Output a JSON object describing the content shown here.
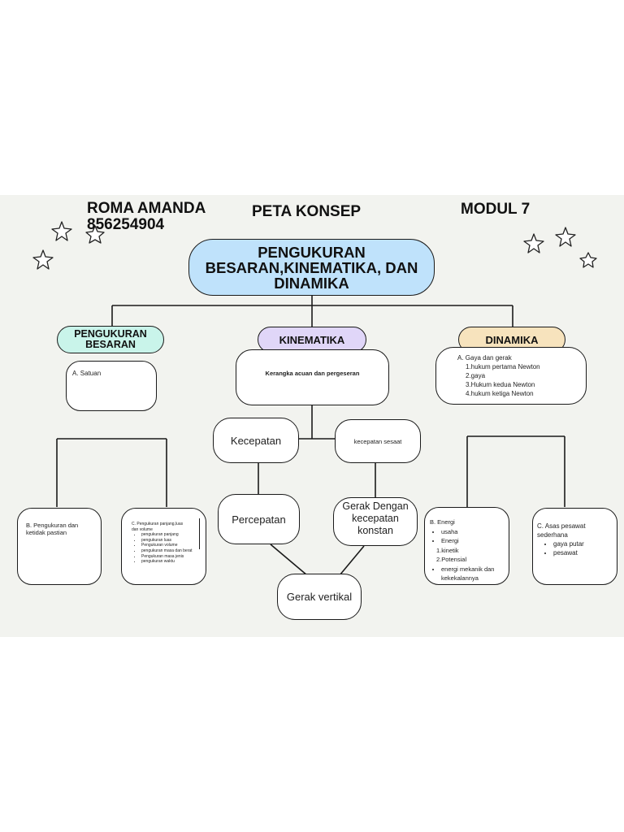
{
  "header": {
    "author_name": "ROMA AMANDA",
    "author_id": "856254904",
    "title": "PETA KONSEP",
    "module": "MODUL 7"
  },
  "main_topic": {
    "line1": "PENGUKURAN",
    "line2": "BESARAN,KINEMATIKA, DAN",
    "line3": "DINAMIKA",
    "color": "#bfe2fb"
  },
  "categories": {
    "pengukuran": {
      "line1": "PENGUKURAN",
      "line2": "BESARAN",
      "color": "#c9f4ea"
    },
    "kinematika": {
      "label": "KINEMATIKA",
      "color": "#e0d6f8"
    },
    "dinamika": {
      "label": "DINAMIKA",
      "color": "#f7e3bd"
    }
  },
  "pengukuran": {
    "satuan": "A. Satuan",
    "ketidakpastian_line1": "B. Pengukuran dan",
    "ketidakpastian_line2": "ketidak pastian",
    "c_title_line1": "C. Pengukuran panjang,luas",
    "c_title_line2": "dan volume",
    "c_items": [
      "pengukuran panjang",
      "pengukuran luas",
      "Pengukuran volume",
      "pengukuran masa dan berat",
      "Pengukuran masa jenis",
      "pengukuran waktu"
    ]
  },
  "kinematika": {
    "kerangka": "Kerangka acuan dan pergeseran",
    "kecepatan": "Kecepatan",
    "kecepatan_sesaat": "kecepatan sesaat",
    "percepatan": "Percepatan",
    "gerak_konstan_line1": "Gerak Dengan",
    "gerak_konstan_line2": "kecepatan",
    "gerak_konstan_line3": "konstan",
    "gerak_vertikal": "Gerak vertikal"
  },
  "dinamika": {
    "a_title": "A. Gaya dan gerak",
    "a_items": [
      "1.hukum pertama Newton",
      "2.gaya",
      "3.Hukum kedua Newton",
      "4.hukum ketiga Newton"
    ],
    "b_title": "B. Energi",
    "b_items": [
      "usaha",
      "Energi",
      "1.kinetik",
      "2.Potensial",
      "energi mekanik dan",
      "kekekalannya"
    ],
    "c_title_line1": "C. Asas pesawat",
    "c_title_line2": "sederhana",
    "c_items": [
      "gaya putar",
      "pesawat"
    ]
  }
}
